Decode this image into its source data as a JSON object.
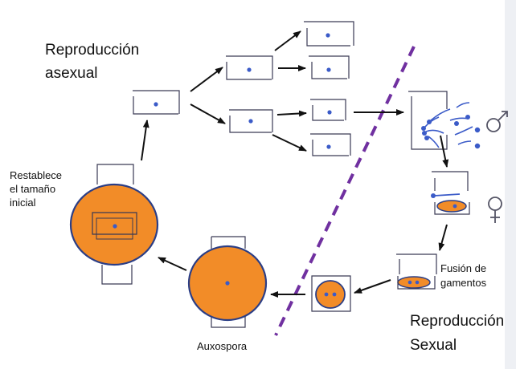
{
  "labels": {
    "asexual_line1": "Reproducción",
    "asexual_line2": "asexual",
    "sexual_line1": "Reproducción",
    "sexual_line2": "Sexual",
    "restore_line1": "Restablece",
    "restore_line2": "el tamaño",
    "restore_line3": "inicial",
    "fusion_line1": "Fusión de",
    "fusion_line2": "gamentos",
    "auxospora": "Auxospora"
  },
  "symbols": {
    "male": "male-symbol",
    "female": "female-symbol"
  },
  "colors": {
    "cell_fill": "#F28C28",
    "cell_outline": "#2B3E86",
    "frustule_outline": "#3A3A55",
    "nucleus": "#3B5BC8",
    "divider": "#7030A0",
    "arrow": "#111111"
  }
}
